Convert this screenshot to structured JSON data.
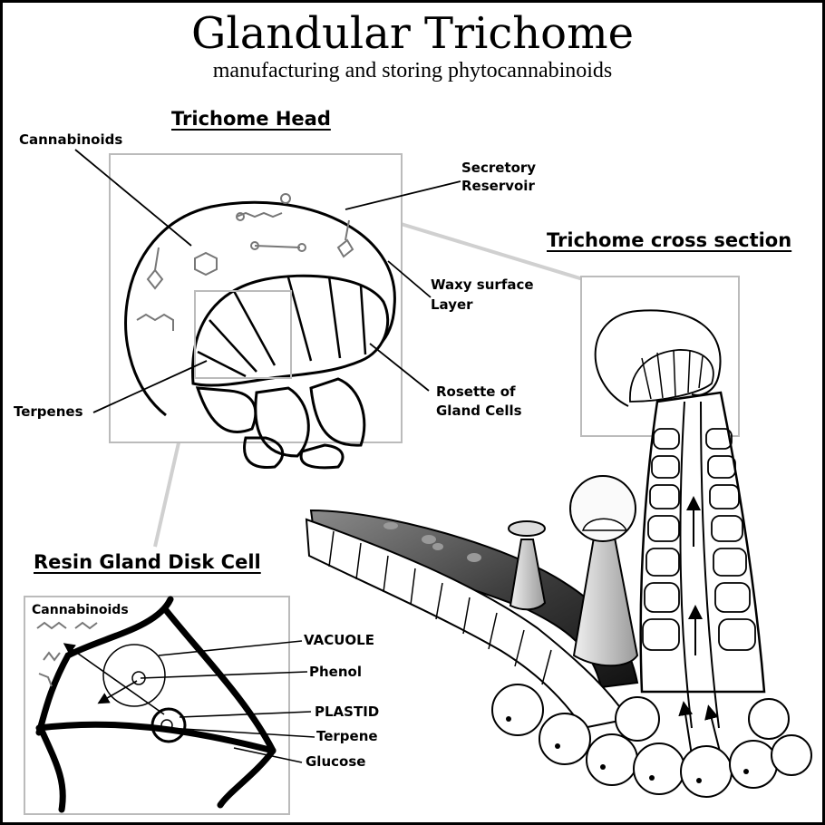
{
  "title": "Glandular Trichome",
  "subtitle": "manufacturing and storing phytocannabinoids",
  "headings": {
    "trichome_head": "Trichome Head",
    "cross_section": "Trichome cross section",
    "disk_cell": "Resin Gland Disk Cell"
  },
  "labels": {
    "cannabinoids": "Cannabinoids",
    "secretory_1": "Secretory",
    "secretory_2": "Reservoir",
    "waxy_1": "Waxy surface",
    "waxy_2": "Layer",
    "rosette_1": "Rosette of",
    "rosette_2": "Gland Cells",
    "terpenes": "Terpenes",
    "disk_cannabinoids": "Cannabinoids",
    "vacuole": "VACUOLE",
    "phenol": "Phenol",
    "plastid": "PLASTID",
    "terpene": "Terpene",
    "glucose": "Glucose"
  }
}
